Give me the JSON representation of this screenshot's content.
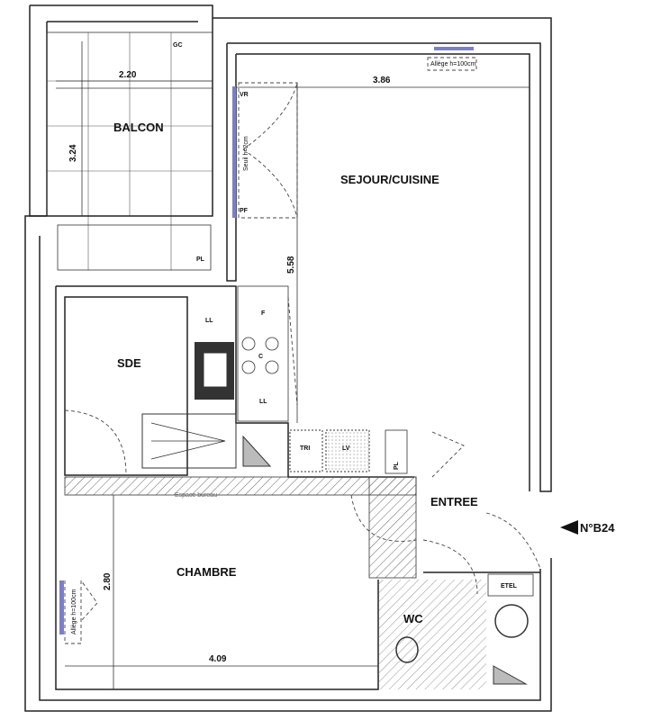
{
  "rooms": {
    "balcon": "BALCON",
    "sejour": "SEJOUR/CUISINE",
    "sde": "SDE",
    "chambre": "CHAMBRE",
    "entree": "ENTREE",
    "wc": "WC"
  },
  "dimensions": {
    "balcon_width": "2.20",
    "balcon_depth": "3.24",
    "sejour_width": "3.86",
    "sejour_depth": "5.58",
    "chambre_depth": "2.80",
    "chambre_width": "4.09"
  },
  "annotations": {
    "gc": "GC",
    "pl_balcon": "PL",
    "vr": "VR",
    "pf": "PF",
    "seuil": "Seuil h=2cm",
    "allege_sejour": "Allège h=100cm",
    "allege_chambre": "Allège h=100cm",
    "ll_sde": "LL",
    "fridge": "F",
    "cooktop": "C",
    "ll_kitchen": "LL",
    "tri": "TRI",
    "lv": "LV",
    "pl_entree": "PL",
    "espace_bureau": "Espace bureau",
    "etel": "ETEL"
  },
  "unit_label": "N°B24",
  "colors": {
    "window": "#7b7fc9",
    "hatch": "#666666"
  }
}
